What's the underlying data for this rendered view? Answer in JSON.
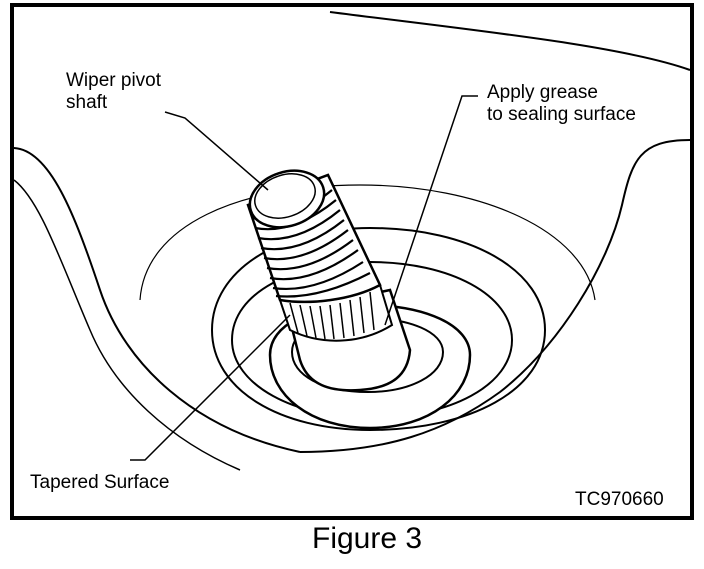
{
  "figure": {
    "caption": "Figure 3",
    "code": "TC970660",
    "labels": {
      "pivot_line1": "Wiper pivot",
      "pivot_line2": "shaft",
      "grease_line1": "Apply grease",
      "grease_line2": "to sealing surface",
      "tapered": "Tapered Surface"
    }
  }
}
